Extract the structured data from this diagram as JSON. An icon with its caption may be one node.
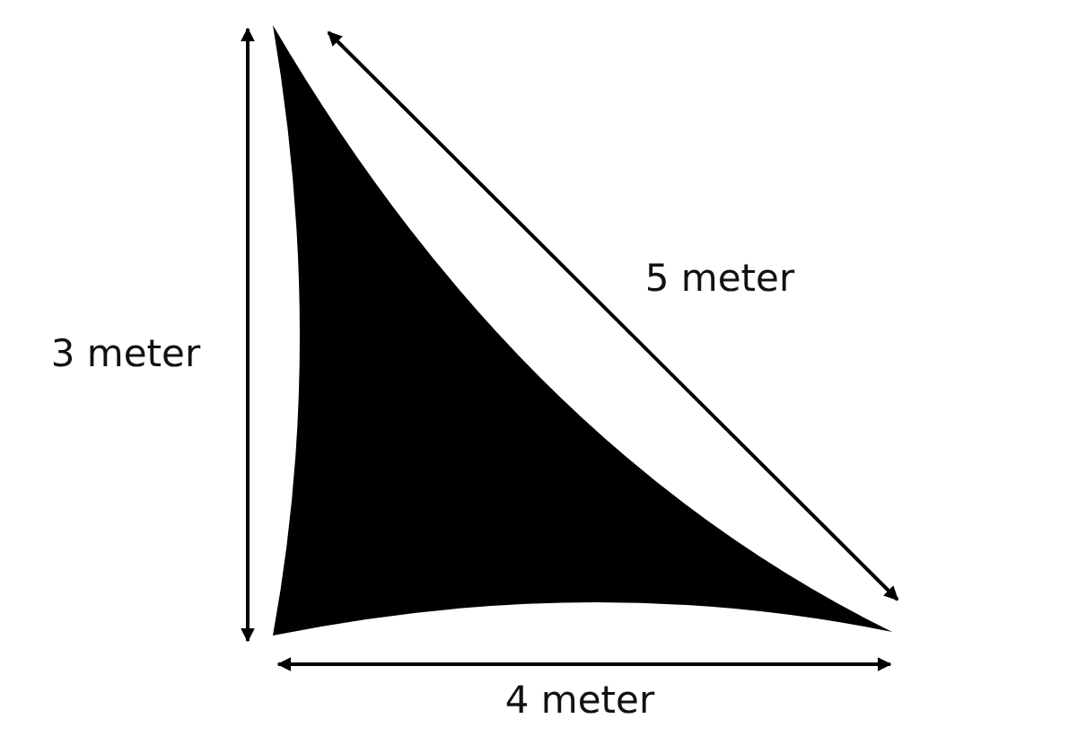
{
  "diagram": {
    "labels": [
      "5 meter",
      "3 meter",
      "4 meter"
    ]
  }
}
